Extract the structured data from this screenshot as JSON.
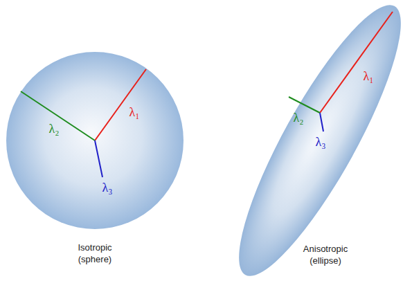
{
  "diagram": {
    "labels": [
      "λ₁",
      "λ₂",
      "λ₃",
      "λ₁",
      "λ₂",
      "λ₃",
      "Isotropic (sphere)",
      "Anisotropic (ellipse)"
    ]
  }
}
